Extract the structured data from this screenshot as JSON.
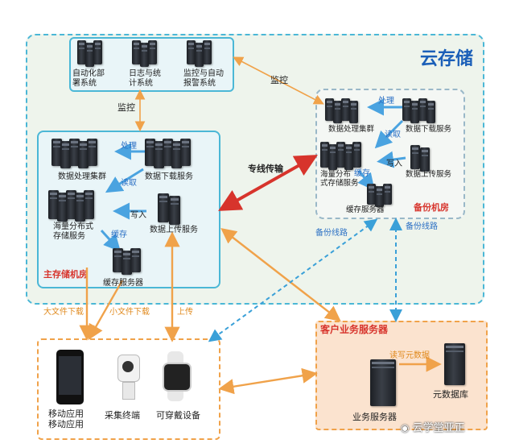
{
  "cloud_title": "云存储",
  "top_systems": [
    "自动化部署系统",
    "日志与统计系统",
    "监控与自动报警系统"
  ],
  "top_systems_lines": [
    [
      "自动化部",
      "署系统"
    ],
    [
      "日志与统",
      "计系统"
    ],
    [
      "监控与自动",
      "报警系统"
    ]
  ],
  "main_room": {
    "title": "主存储机房",
    "nodes": {
      "processing": "数据处理集群",
      "download": "数据下载服务",
      "storage_lines": [
        "海量分布式",
        "存储服务"
      ],
      "upload": "数据上传服务",
      "cache": "缓存服务器"
    },
    "arrows": {
      "process": "处理",
      "read": "读取",
      "write": "写入",
      "cache": "缓存"
    }
  },
  "backup_room": {
    "title": "备份机房",
    "nodes": {
      "processing": "数据处理集群",
      "download": "数据下载服务",
      "storage_lines": [
        "海量分布",
        "式存储服务"
      ],
      "upload": "数据上传服务",
      "cache": "缓存服务器"
    },
    "arrows": {
      "process": "处理",
      "read": "读取",
      "write": "写入",
      "cache": "缓存"
    }
  },
  "links": {
    "monitor_top": "监控",
    "monitor_left": "监控",
    "dedicated": "专线传输",
    "backup_line_1": "备份线路",
    "backup_line_2": "备份线路",
    "big_download": "大文件下载",
    "small_download": "小文件下载",
    "upload": "上传",
    "rw_meta": "读写元数据"
  },
  "clients": {
    "mobile": [
      "移动应用",
      "移动应用"
    ],
    "camera": "采集终端",
    "wearable": "可穿戴设备"
  },
  "business": {
    "title": "客户业务服务器",
    "server": "业务服务器",
    "metadb": "元数据库"
  },
  "watermark": "云学堂亚正",
  "colors": {
    "cloud_bg": "#eef4ec",
    "cloud_border": "#4bb7d6",
    "panel_bg": "#e9f5f8",
    "orange": "#f0a24a",
    "blue_dash": "#3aa0d8",
    "red": "#d7342c",
    "blue_arrow": "#4aa3e0"
  }
}
